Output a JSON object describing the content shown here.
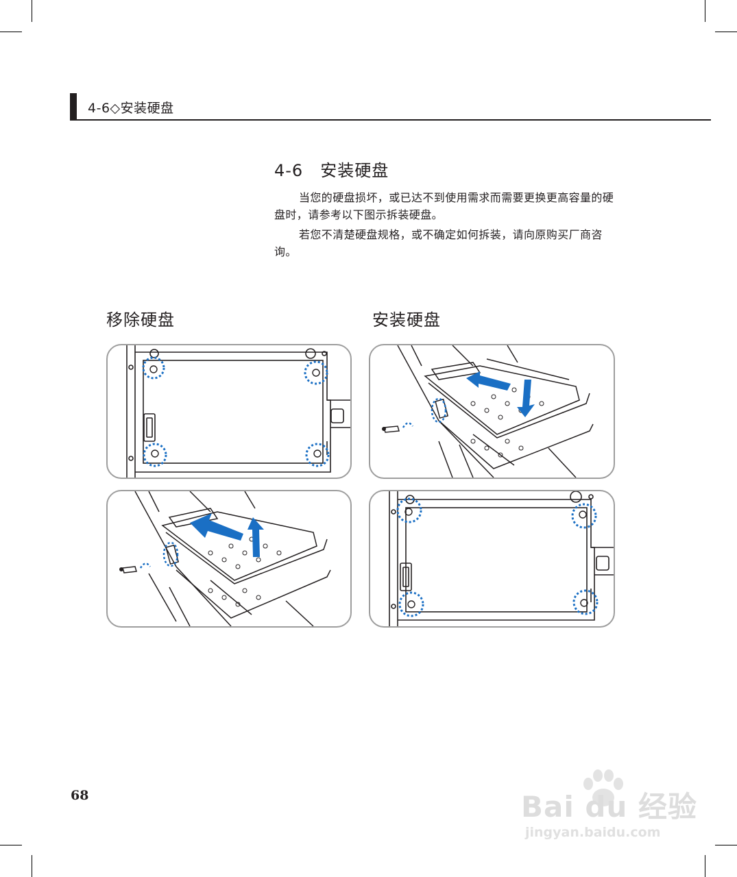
{
  "header": {
    "text": "4-6◇安装硬盘"
  },
  "section": {
    "title": "4-6　安装硬盘",
    "paragraphs": [
      "当您的硬盘损坏，或已达不到使用需求而需要更换更高容量的硬盘时，请参考以下图示拆装硬盘。",
      "若您不清楚硬盘规格，或不确定如何拆装，请向原购买厂商咨询。"
    ]
  },
  "subtitles": {
    "remove": "移除硬盘",
    "install": "安装硬盘"
  },
  "figures": [
    {
      "id": "remove-step1",
      "kind": "tray-top"
    },
    {
      "id": "install-step1",
      "kind": "drive-iso"
    },
    {
      "id": "remove-step2",
      "kind": "drive-iso"
    },
    {
      "id": "install-step2",
      "kind": "tray-top"
    }
  ],
  "colors": {
    "accent": "#1a6fc4",
    "line": "#231f20",
    "frame": "#9d9d9d"
  },
  "page_number": "68",
  "watermark": {
    "brand": "Bai du 经验",
    "url": "jingyan.baidu.com"
  }
}
